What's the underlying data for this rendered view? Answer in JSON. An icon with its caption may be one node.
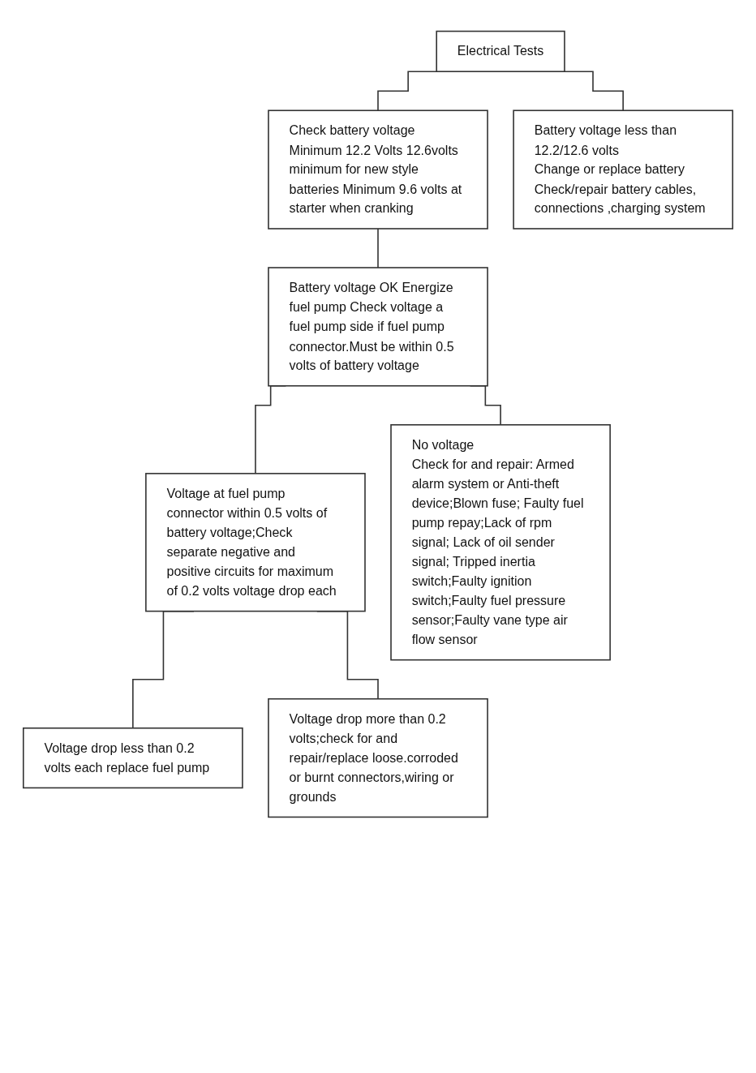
{
  "diagram": {
    "nodes": [
      {
        "text": [
          "Electrical Tests"
        ]
      },
      {
        "text": [
          "Check battery voltage Minimum 12.2 Volts 12.6volts minimum for new style batteries Minimum 9.6 volts at starter when cranking"
        ]
      },
      {
        "text": [
          "Battery voltage less than 12.2/12.6 volts",
          "Change or replace battery",
          "Check/repair battery cables, connections ,charging system"
        ]
      },
      {
        "text": [
          "Battery voltage OK Energize fuel pump Check voltage a fuel pump side if fuel pump connector.Must be within 0.5 volts of battery voltage"
        ]
      },
      {
        "text": [
          "No voltage",
          "Check for and repair: Armed alarm system or Anti-theft device;Blown fuse; Faulty fuel pump repay;Lack of rpm signal; Lack of oil sender signal; Tripped inertia switch;Faulty ignition switch;Faulty fuel pressure sensor;Faulty vane type air flow sensor"
        ]
      },
      {
        "text": [
          "Voltage at fuel pump connector within 0.5 volts of battery voltage;Check separate negative and positive circuits for maximum of 0.2 volts voltage drop each"
        ]
      },
      {
        "text": [
          "Voltage drop less than 0.2 volts each replace fuel pump"
        ]
      },
      {
        "text": [
          "Voltage drop more than 0.2 volts;check for and repair/replace loose.corroded or burnt connectors,wiring or grounds"
        ]
      }
    ],
    "edges": [
      {
        "from": 0,
        "to": 1,
        "arrow": "none"
      },
      {
        "from": 0,
        "to": 2,
        "arrow": "none"
      },
      {
        "from": 1,
        "to": 3,
        "arrow": "none"
      },
      {
        "from": 3,
        "to": 5,
        "arrow": "none"
      },
      {
        "from": 3,
        "to": 4,
        "arrow": "none"
      },
      {
        "from": 5,
        "to": 6,
        "arrow": "none"
      },
      {
        "from": 5,
        "to": 7,
        "arrow": "none"
      }
    ]
  }
}
